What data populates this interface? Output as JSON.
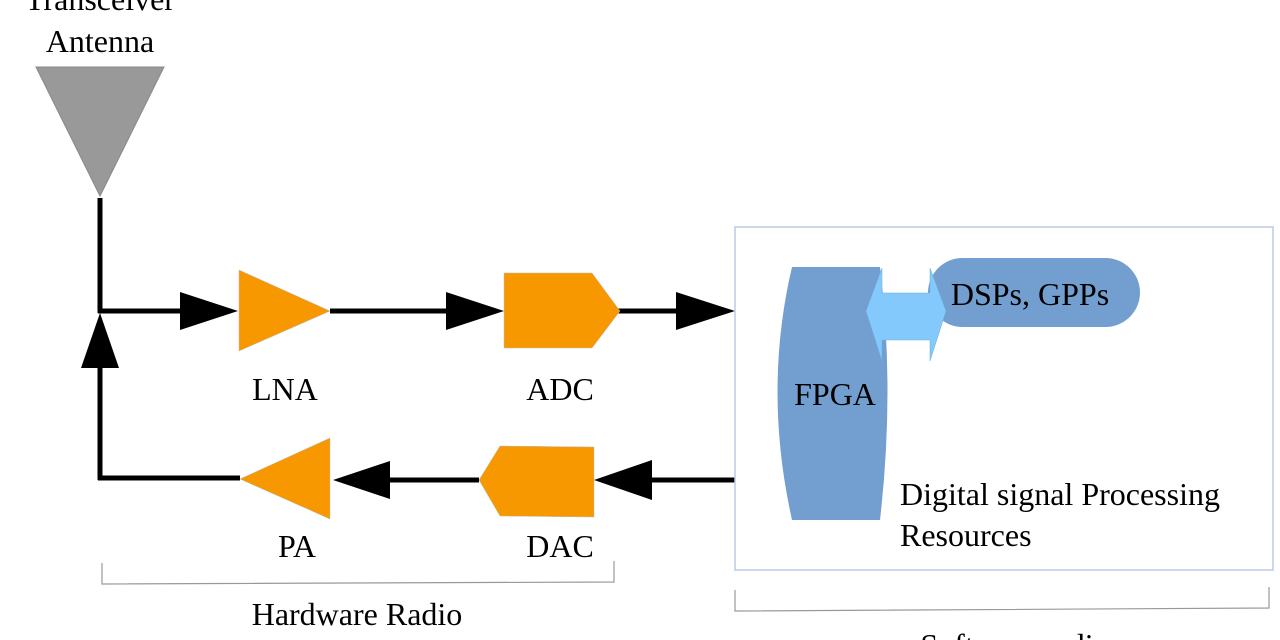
{
  "antenna": {
    "label_line1": "Transceiver",
    "label_line2": "Antenna"
  },
  "blocks": {
    "lna": "LNA",
    "adc": "ADC",
    "pa": "PA",
    "dac": "DAC",
    "fpga": "FPGA",
    "dsps": "DSPs, GPPs"
  },
  "dsp_resources": {
    "line1": "Digital signal Processing",
    "line2": "Resources"
  },
  "groups": {
    "hardware": "Hardware Radio",
    "software": "Software radio"
  },
  "colors": {
    "amplifier": "#f79800",
    "antenna": "#999999",
    "processor": "#729fcf",
    "bus_arrow": "#83c9fb",
    "box_border": "#b8cce4"
  }
}
